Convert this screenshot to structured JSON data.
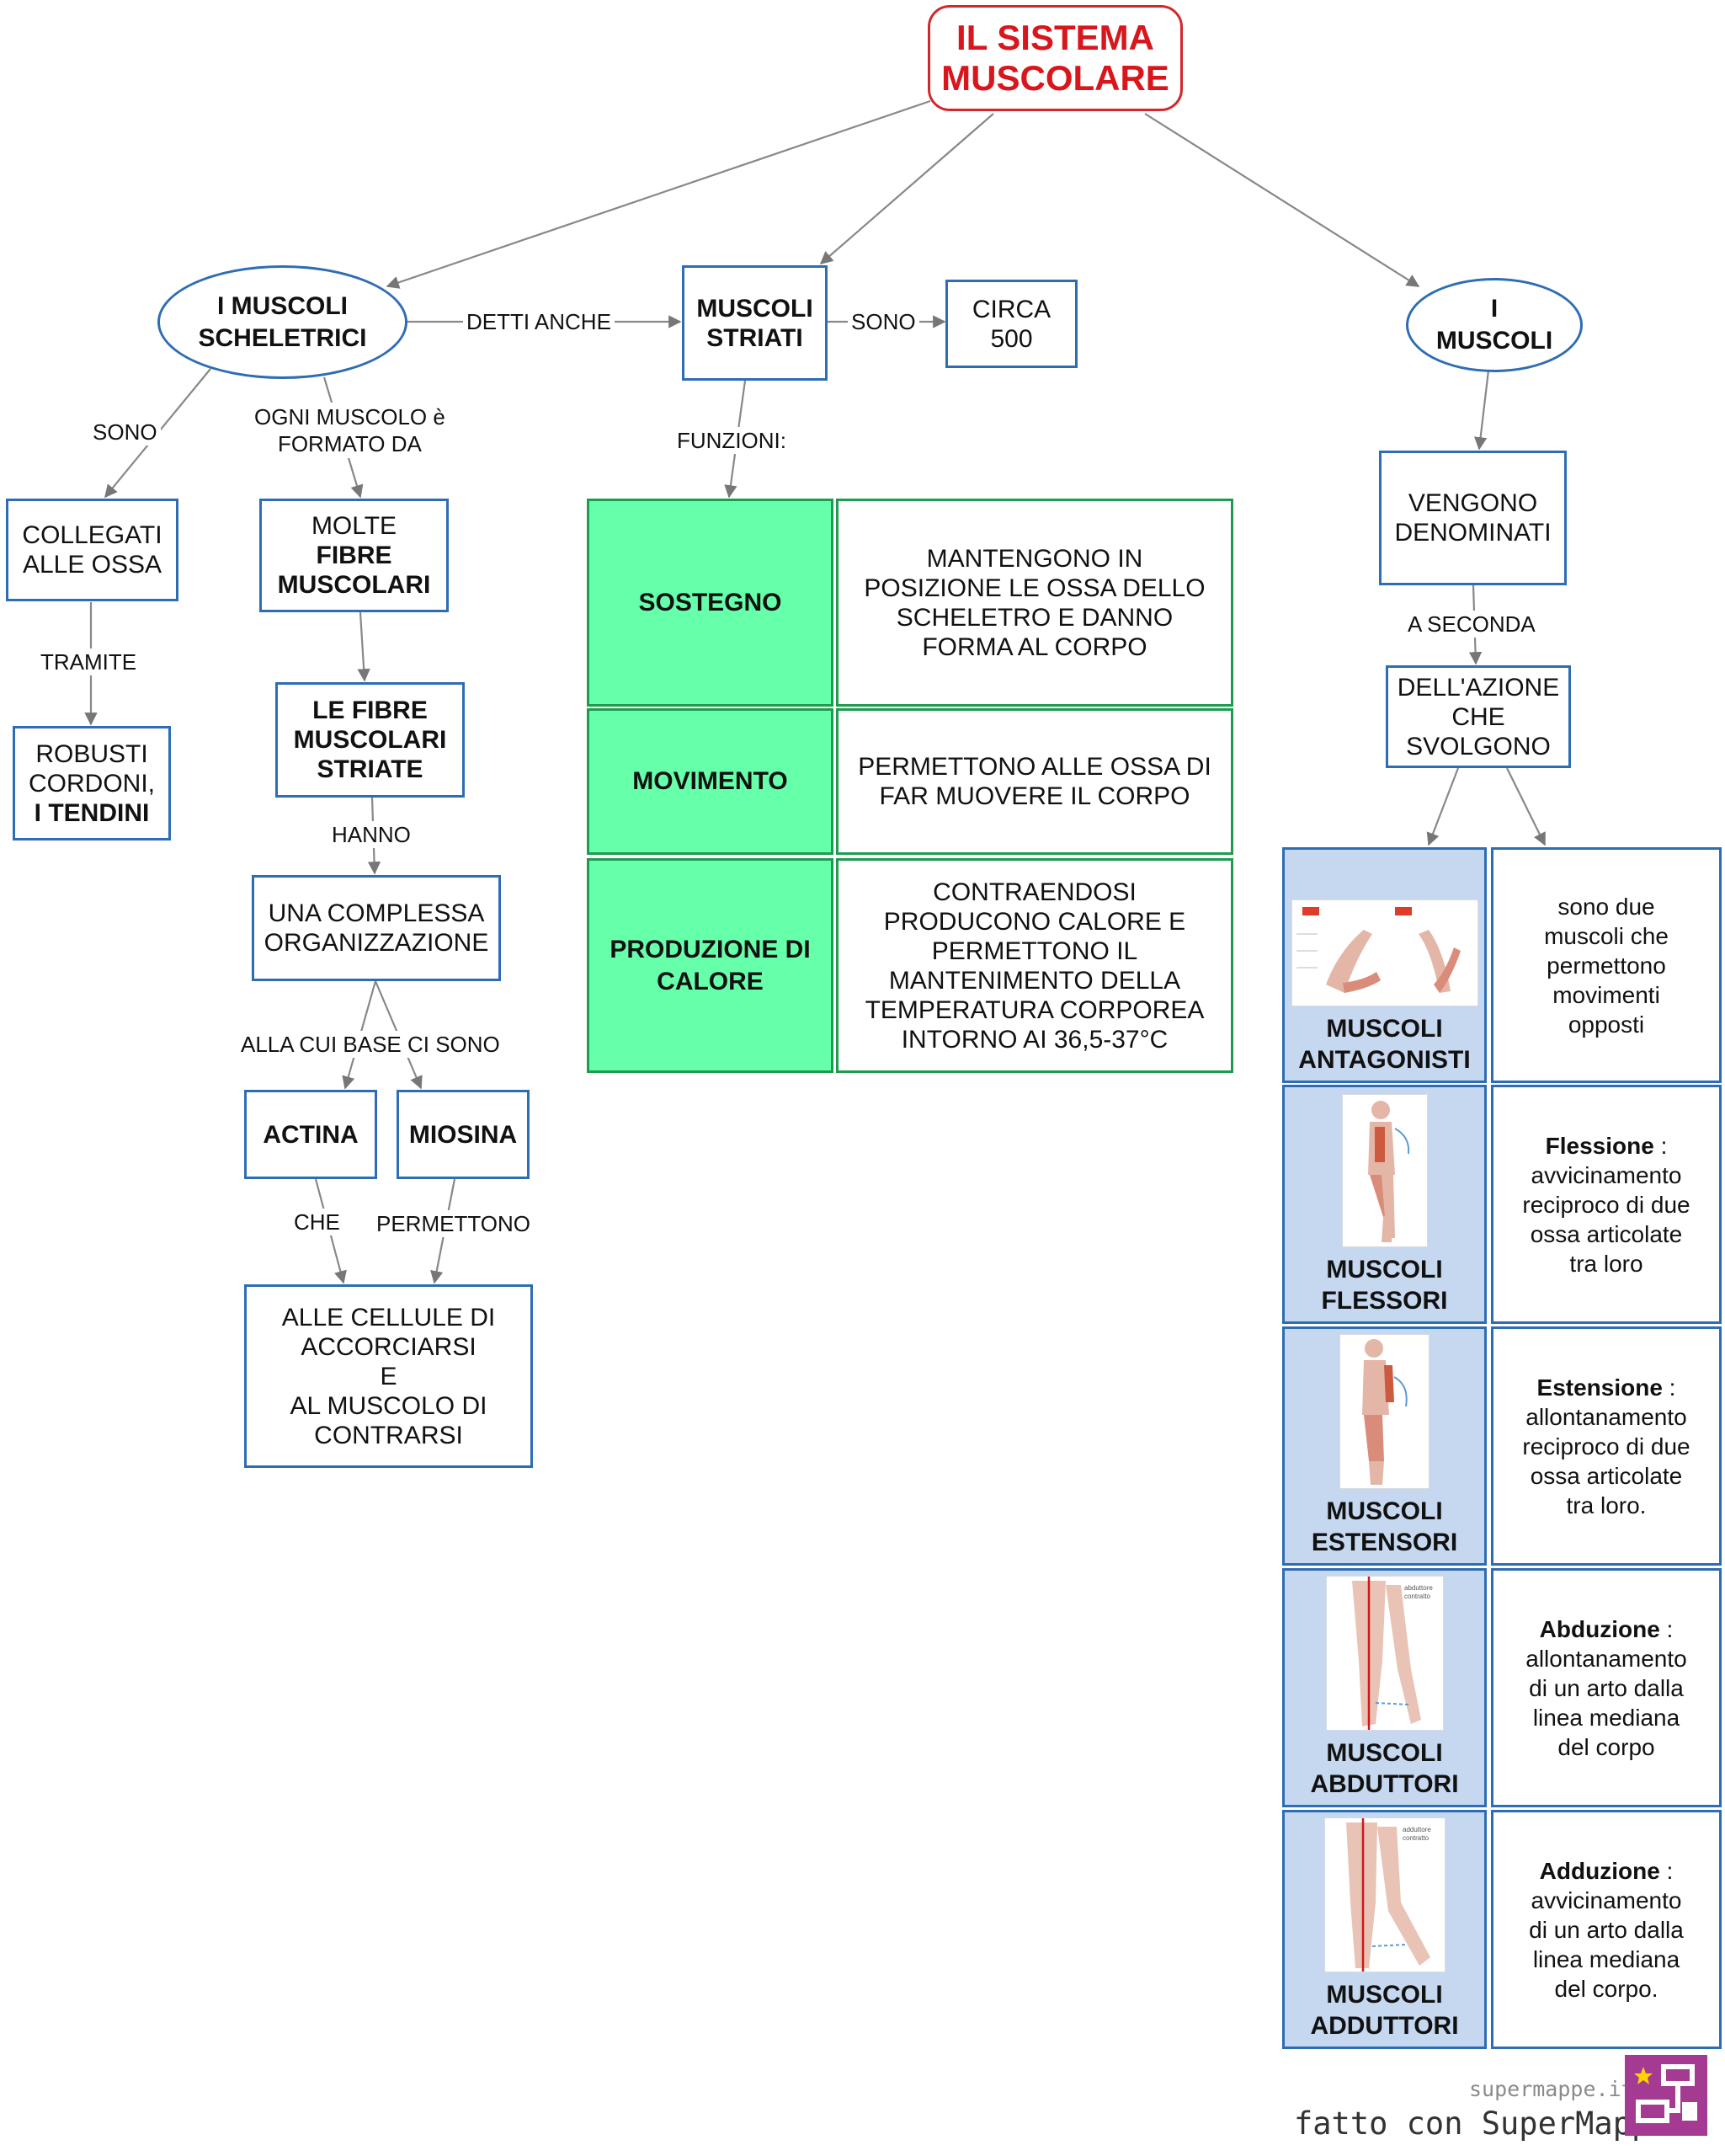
{
  "title": [
    "IL SISTEMA",
    "MUSCOLARE"
  ],
  "scheletrici": [
    "I MUSCOLI",
    "SCHELETRICI"
  ],
  "striati": [
    "MUSCOLI",
    "STRIATI"
  ],
  "circa": [
    "CIRCA",
    "500"
  ],
  "muscoli": [
    "I",
    "MUSCOLI"
  ],
  "links": {
    "detti_anche": "DETTI ANCHE",
    "sono1": "SONO",
    "sono2": "SONO",
    "ogni": [
      "OGNI MUSCOLO è",
      "FORMATO DA"
    ],
    "funzioni": "FUNZIONI:",
    "tramite": "TRAMITE",
    "hanno": "HANNO",
    "alla_cui": "ALLA CUI BASE CI SONO",
    "che": "CHE",
    "permettono": "PERMETTONO",
    "a_seconda": "A SECONDA"
  },
  "collegati": [
    "COLLEGATI",
    "ALLE OSSA"
  ],
  "robusti": [
    "ROBUSTI",
    "CORDONI,",
    "I TENDINI"
  ],
  "molte": [
    "MOLTE",
    "FIBRE",
    "MUSCOLARI"
  ],
  "fibre_striate": [
    "LE FIBRE",
    "MUSCOLARI",
    "STRIATE"
  ],
  "complessa": [
    "UNA COMPLESSA",
    "ORGANIZZAZIONE"
  ],
  "actina": "ACTINA",
  "miosina": "MIOSINA",
  "cellule": [
    "ALLE CELLULE DI",
    "ACCORCIARSI",
    "E",
    "AL MUSCOLO DI",
    "CONTRARSI"
  ],
  "functions": [
    {
      "name": [
        "SOSTEGNO"
      ],
      "desc": [
        "MANTENGONO IN",
        "POSIZIONE LE OSSA DELLO",
        "SCHELETRO E DANNO",
        "FORMA AL CORPO"
      ]
    },
    {
      "name": [
        "MOVIMENTO"
      ],
      "desc": [
        "PERMETTONO ALLE OSSA DI",
        "FAR MUOVERE IL CORPO"
      ]
    },
    {
      "name": [
        "PRODUZIONE DI",
        "CALORE"
      ],
      "desc": [
        "CONTRAENDOSI",
        "PRODUCONO CALORE E",
        "PERMETTONO IL",
        "MANTENIMENTO DELLA",
        "TEMPERATURA CORPOREA",
        "INTORNO AI 36,5-37°C"
      ]
    }
  ],
  "vengono": [
    "VENGONO",
    "DENOMINATI"
  ],
  "azione": [
    "DELL'AZIONE",
    "CHE",
    "SVOLGONO"
  ],
  "types": [
    {
      "name": [
        "MUSCOLI",
        "ANTAGONISTI"
      ],
      "kw": "",
      "def": [
        "sono due",
        "muscoli che",
        "permettono",
        "movimenti",
        "opposti"
      ]
    },
    {
      "name": [
        "MUSCOLI",
        "FLESSORI"
      ],
      "kw": "Flessione",
      "def": [
        "avvicinamento",
        "reciproco di due",
        "ossa articolate",
        "tra loro"
      ]
    },
    {
      "name": [
        "MUSCOLI",
        "ESTENSORI"
      ],
      "kw": "Estensione",
      "def": [
        "allontanamento",
        "reciproco di due",
        "ossa articolate",
        "tra loro."
      ]
    },
    {
      "name": [
        "MUSCOLI",
        "ABDUTTORI"
      ],
      "kw": "Abduzione",
      "def": [
        "allontanamento",
        "di un arto dalla",
        "linea mediana",
        "del corpo"
      ]
    },
    {
      "name": [
        "MUSCOLI",
        "ADDUTTORI"
      ],
      "kw": "Adduzione",
      "def": [
        "avvicinamento",
        "di un arto dalla",
        "linea mediana",
        "del corpo."
      ]
    }
  ],
  "picture_labels": {
    "abduttore": [
      "abduttore",
      "contratto"
    ],
    "adduttore": [
      "adduttore",
      "contratto"
    ]
  },
  "footer": {
    "site": "supermappe.it",
    "made_with": "fatto con SuperMappe"
  },
  "colors": {
    "title_red": "#d8161b",
    "box_blue": "#2e6db4",
    "green_fill": "#66ffaa",
    "green_border": "#1f9b50",
    "cell_blue": "#c5d8f0",
    "logo_purple": "#a43a92"
  }
}
